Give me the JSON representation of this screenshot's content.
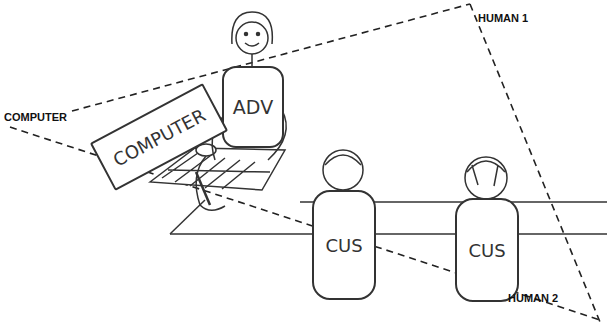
{
  "diagram": {
    "nodes": [
      {
        "text": [
          "ADV"
        ]
      },
      {
        "text": [
          "COMPUTER"
        ]
      },
      {
        "text": [
          "CUS"
        ]
      },
      {
        "text": [
          "CUS"
        ]
      }
    ],
    "labels": [
      "HUMAN 1",
      "COMPUTER",
      "HUMAN 2"
    ]
  }
}
